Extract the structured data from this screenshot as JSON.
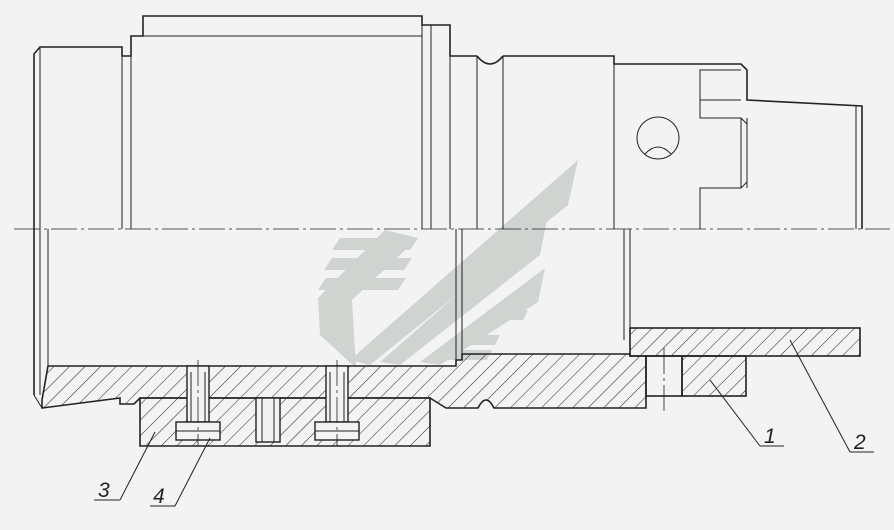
{
  "drawing": {
    "callouts": [
      {
        "id": "1",
        "label": "1"
      },
      {
        "id": "2",
        "label": "2"
      },
      {
        "id": "3",
        "label": "3"
      },
      {
        "id": "4",
        "label": "4"
      }
    ],
    "watermark_icon": "chevron-logo-icon",
    "colors": {
      "line": "#222222",
      "background": "#f3f3f3",
      "watermark": "#c9cfcc"
    }
  }
}
